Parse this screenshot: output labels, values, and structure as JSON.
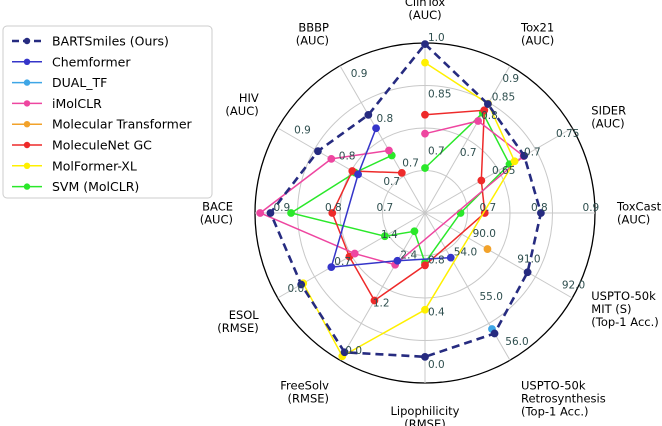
{
  "chart_data": {
    "type": "radar",
    "axes": [
      {
        "label": "ClinTox\n(AUC)",
        "ticks": [
          "0.7",
          "0.85",
          "1.0"
        ],
        "min": 0.55,
        "max": 1.0
      },
      {
        "label": "Tox21\n(AUC)",
        "ticks": [
          "0.7",
          "0.8",
          "0.85",
          "0.9"
        ],
        "min": 0.55,
        "max": 0.95
      },
      {
        "label": "SIDER\n(AUC)",
        "ticks": [
          "0.65",
          "0.7",
          "0.75"
        ],
        "min": 0.55,
        "max": 0.78
      },
      {
        "label": "ToxCast\n(AUC)",
        "ticks": [
          "0.7",
          "0.8",
          "0.9"
        ],
        "min": 0.6,
        "max": 0.93
      },
      {
        "label": "USPTO-50k\nMIT (S)\n(Top-1 Acc.)",
        "ticks": [
          "90.0",
          "91.0",
          "92.0"
        ],
        "min": 89.0,
        "max": 92.3
      },
      {
        "label": "USPTO-50k\nRetrosynthesis\n(Top-1 Acc.)",
        "ticks": [
          "54.0",
          "55.0",
          "56.0"
        ],
        "min": 53.0,
        "max": 56.3
      },
      {
        "label": "Lipophilicity\n(RMSE)",
        "ticks": [
          "0.8",
          "0.4",
          "0.0"
        ],
        "min": 1.2,
        "max": -0.1
      },
      {
        "label": "FreeSolv\n(RMSE)",
        "ticks": [
          "2.4",
          "1.2",
          "0.0"
        ],
        "min": 3.6,
        "max": -0.1
      },
      {
        "label": "ESOL\n(RMSE)",
        "ticks": [
          "1.4",
          "0.7",
          "0.0"
        ],
        "min": 2.1,
        "max": -0.1
      },
      {
        "label": "BACE\n(AUC)",
        "ticks": [
          "0.7",
          "0.8",
          "0.9"
        ],
        "min": 0.6,
        "max": 0.93
      },
      {
        "label": "HIV\n(AUC)",
        "ticks": [
          "0.7",
          "0.8",
          "0.9"
        ],
        "min": 0.6,
        "max": 0.93
      },
      {
        "label": "BBBP\n(AUC)",
        "ticks": [
          "0.7",
          "0.8",
          "0.9"
        ],
        "min": 0.6,
        "max": 0.93
      }
    ],
    "series": [
      {
        "name": "BARTSmiles (Ours)",
        "color": "#262b80",
        "dashed": true,
        "values": [
          0.997,
          0.846,
          0.705,
          0.825,
          91.3,
          55.7,
          0.1,
          0.1,
          0.25,
          0.9,
          0.84,
          0.82
        ]
      },
      {
        "name": "Chemformer",
        "color": "#3535c9",
        "dashed": false,
        "values": [
          null,
          null,
          null,
          null,
          null,
          54.0,
          null,
          2.4,
          0.7,
          null,
          0.75,
          0.79
        ]
      },
      {
        "name": "DUAL_TF",
        "color": "#3ea6e6",
        "dashed": false,
        "values": [
          null,
          null,
          null,
          null,
          null,
          55.6,
          null,
          null,
          null,
          null,
          null,
          null
        ]
      },
      {
        "name": "iMolCLR",
        "color": "#ee46a0",
        "dashed": false,
        "values": [
          0.76,
          0.8,
          0.704,
          null,
          null,
          null,
          null,
          2.3,
          1.05,
          0.92,
          0.81,
          0.74
        ]
      },
      {
        "name": "Molecular Transformer",
        "color": "#f2a22a",
        "dashed": false,
        "values": [
          null,
          null,
          null,
          null,
          90.4,
          null,
          null,
          null,
          null,
          null,
          null,
          null
        ]
      },
      {
        "name": "MoleculeNet GC",
        "color": "#ee2a2a",
        "dashed": false,
        "values": [
          0.81,
          0.829,
          0.638,
          0.716,
          null,
          null,
          0.8,
          1.4,
          0.97,
          0.78,
          0.763,
          0.69
        ]
      },
      {
        "name": "MolFormer-XL",
        "color": "#fff000",
        "dashed": false,
        "values": [
          0.948,
          0.847,
          0.69,
          null,
          null,
          null,
          0.46,
          0.0,
          0.28,
          null,
          null,
          null
        ]
      },
      {
        "name": "SVM (MolCLR)",
        "color": "#2ae82a",
        "dashed": false,
        "values": [
          0.669,
          0.822,
          0.682,
          0.669,
          null,
          null,
          0.82,
          3.14,
          1.5,
          0.86,
          0.757,
          0.729
        ]
      }
    ],
    "grid": true,
    "legend_placement": "top-left outside"
  }
}
